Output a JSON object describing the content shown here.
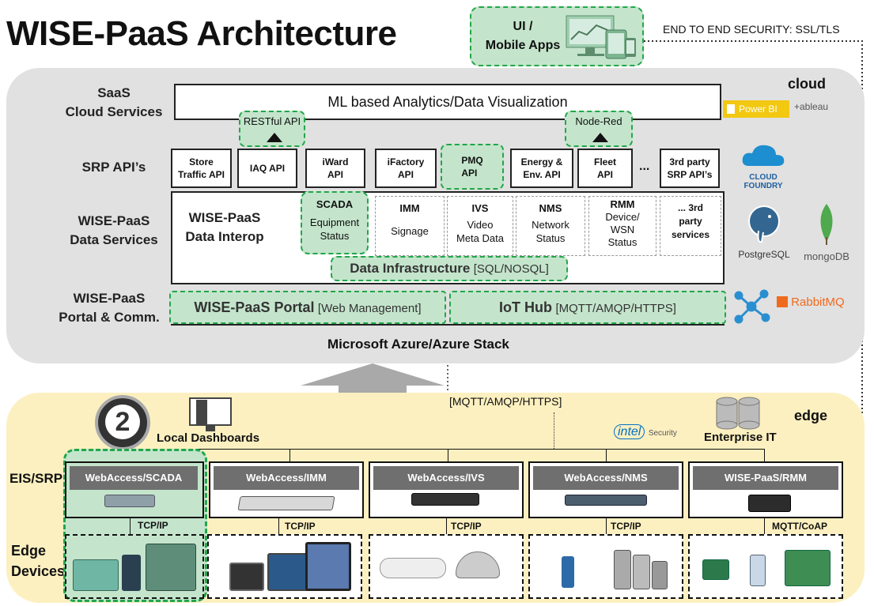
{
  "title": "WISE-PaaS Architecture",
  "top": {
    "ui_mobile": "UI /\nMobile Apps",
    "security": "END TO END SECURITY: SSL/TLS",
    "cloud": "cloud"
  },
  "rows": {
    "saas": "SaaS\nCloud Services",
    "srp": "SRP API’s",
    "data": "WISE-PaaS\nData Services",
    "portal": "WISE-PaaS\nPortal & Comm."
  },
  "saas": {
    "analytics": "ML based Analytics/Data Visualization",
    "restful": "RESTful API",
    "nodered": "Node-Red",
    "powerbi": "Power BI",
    "tableau": "+ableau"
  },
  "apis": [
    "Store\nTraffic API",
    "IAQ API",
    "iWard\nAPI",
    "iFactory\nAPI",
    "PMQ\nAPI",
    "Energy &\nEnv.  API",
    "Fleet\nAPI",
    "...",
    "3rd party\nSRP API’s"
  ],
  "data_services": {
    "interop": "WISE-PaaS\nData Interop",
    "scada_title": "SCADA",
    "scada_sub": "Equipment\nStatus",
    "imm_title": "IMM",
    "imm_sub": "Signage",
    "ivs_title": "IVS",
    "ivs_sub": "Video\nMeta Data",
    "nms_title": "NMS",
    "nms_sub": "Network\nStatus",
    "rmm_title": "RMM",
    "rmm_sub": "Device/\nWSN\nStatus",
    "third_title": "... 3rd",
    "third_sub": "party\nservices",
    "infra": "Data Infrastructure",
    "infra_note": "[SQL/NOSQL]"
  },
  "portal": {
    "portal_name": "WISE-PaaS Portal",
    "portal_note": "[Web Management]",
    "iot_name": "IoT Hub",
    "iot_note": "[MQTT/AMQP/HTTPS]"
  },
  "logos": {
    "cloudfoundry": "CLOUD\nFOUNDRY",
    "postgres": "PostgreSQL",
    "mongo": "mongoDB",
    "rabbit": "RabbitMQ"
  },
  "azure": "Microsoft Azure/Azure Stack",
  "edge": {
    "mqtt": "[MQTT/AMQP/HTTPS]",
    "edge_label": "edge",
    "local": "Local Dashboards",
    "enterprise": "Enterprise IT",
    "intel": "intel",
    "intel_sec": "Security",
    "eis": "EIS/SRP",
    "devices": "Edge\nDevices",
    "gateways": [
      "WebAccess/SCADA",
      "WebAccess/IMM",
      "WebAccess/IVS",
      "WebAccess/NMS",
      "WISE-PaaS/RMM"
    ],
    "tcp": "TCP/IP",
    "mqtt_coap": "MQTT/CoAP",
    "oauth": "2"
  },
  "colors": {
    "green_fill": "#c4e5cc",
    "green_border": "#22a64a",
    "cloud_bg": "#e1e1e1",
    "edge_bg": "#fdf0c0",
    "gateway_bar": "#6f6f6f"
  }
}
